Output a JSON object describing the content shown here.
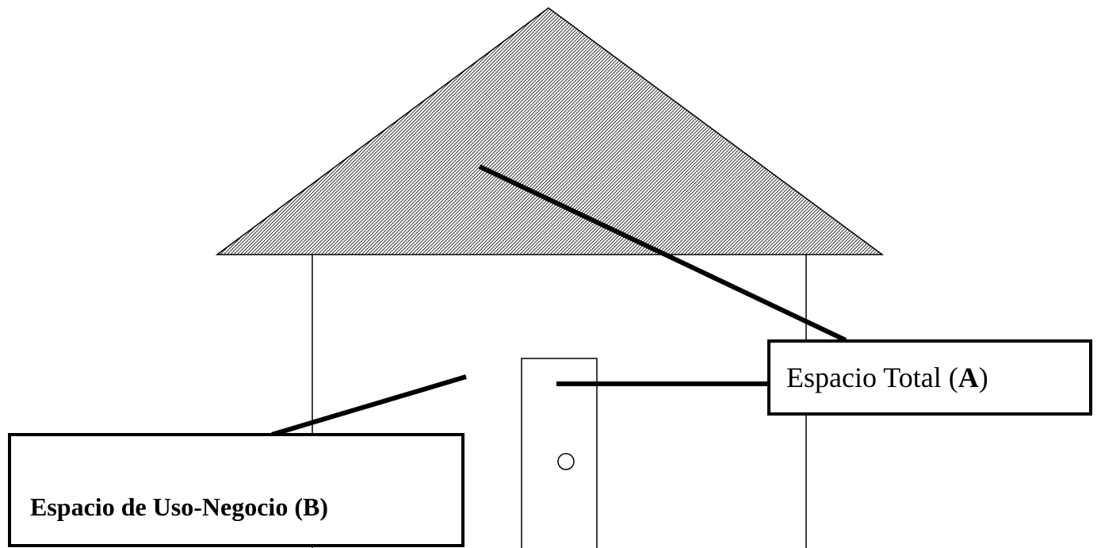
{
  "labels": {
    "total": {
      "text": "Espacio Total (",
      "letter": "A",
      "close": ")"
    },
    "uso_negocio": {
      "text": "Espacio de Uso-Negocio (B)"
    }
  },
  "colors": {
    "stroke": "#000000",
    "background": "#ffffff",
    "roof_hatch": "#000000"
  }
}
